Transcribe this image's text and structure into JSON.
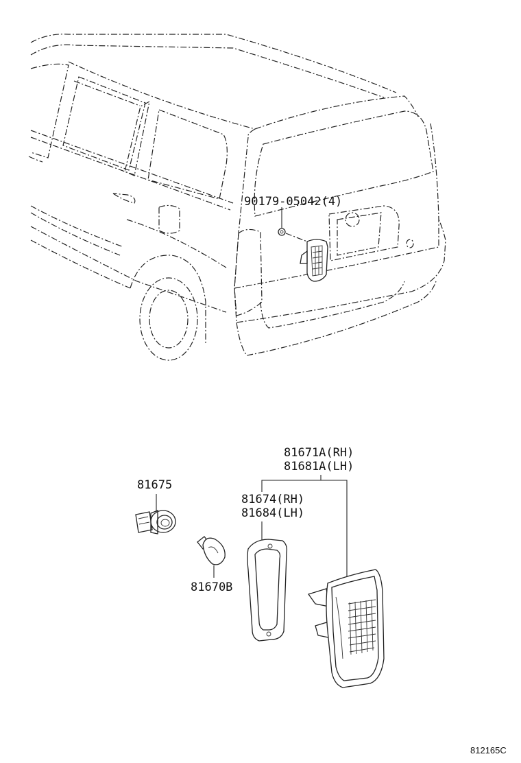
{
  "labels": {
    "nut": "90179-05042(4)",
    "lens_rh": "81671A(RH)",
    "lens_lh": "81681A(LH)",
    "gasket_rh": "81674(RH)",
    "gasket_lh": "81684(LH)",
    "socket": "81675",
    "bulb": "81670B",
    "figure_code": "812165C"
  }
}
